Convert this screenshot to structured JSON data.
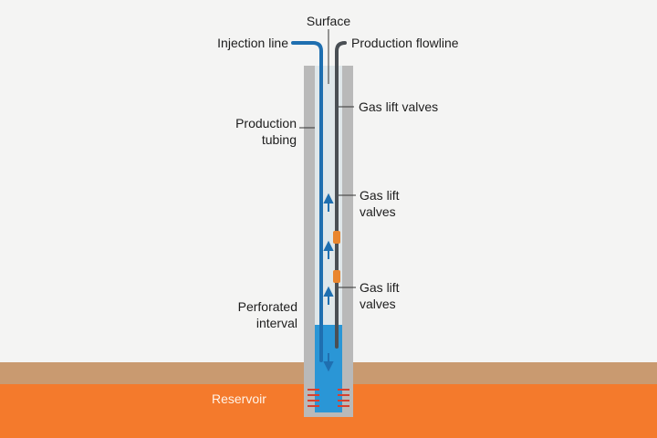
{
  "labels": {
    "surface": "Surface",
    "injection_line": "Injection line",
    "production_flowline": "Production flowline",
    "gas_lift_valves_top": "Gas lift valves",
    "production_tubing": "Production\ntubing",
    "gas_lift_valves_mid": "Gas lift\nvalves",
    "gas_lift_valves_low": "Gas lift\nvalves",
    "perforated_interval": "Perforated\ninterval",
    "reservoir": "Reservoir"
  },
  "colors": {
    "background": "#f4f4f3",
    "topsoil": "#c99a70",
    "reservoir": "#f47a2c",
    "casing": "#b9b9b9",
    "wellbore": "#dfe7ea",
    "fluid": "#2a96d6",
    "injection_line": "#1f6fb0",
    "production_line": "#4a4f54",
    "valve": "#e9862f",
    "perforation": "#d8402e",
    "arrow": "#1f6fb0"
  }
}
